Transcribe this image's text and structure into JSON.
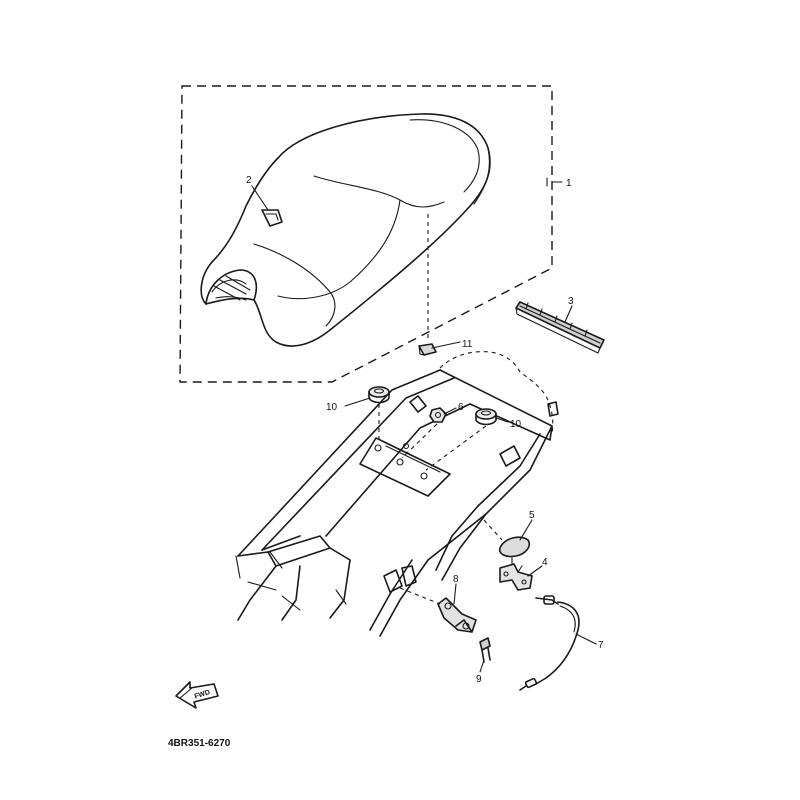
{
  "diagram": {
    "drawing_code": "4BR351-6270",
    "direction_marker": "FWD",
    "callouts": [
      {
        "id": "callout-1",
        "text": "1"
      },
      {
        "id": "callout-2",
        "text": "2"
      },
      {
        "id": "callout-3",
        "text": "3"
      },
      {
        "id": "callout-4",
        "text": "4"
      },
      {
        "id": "callout-5",
        "text": "5"
      },
      {
        "id": "callout-6",
        "text": "6"
      },
      {
        "id": "callout-7",
        "text": "7"
      },
      {
        "id": "callout-8",
        "text": "8"
      },
      {
        "id": "callout-9",
        "text": "9"
      },
      {
        "id": "callout-10a",
        "text": "10"
      },
      {
        "id": "callout-10b",
        "text": "10"
      },
      {
        "id": "callout-11",
        "text": "11"
      }
    ]
  }
}
